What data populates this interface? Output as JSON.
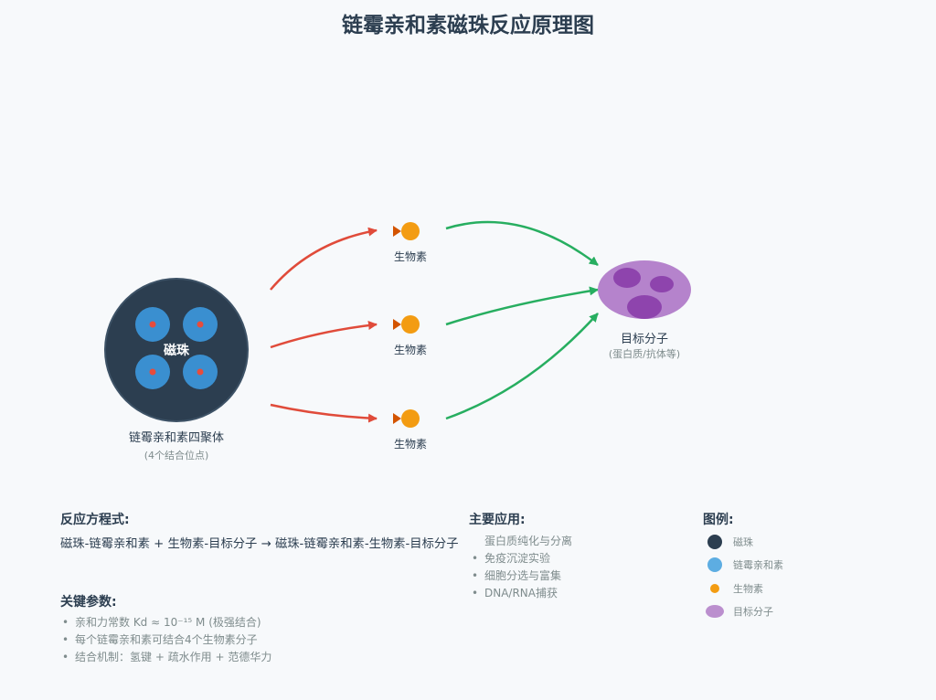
{
  "title": "链霉亲和素磁珠反应原理图",
  "bead": {
    "center_label": "磁珠",
    "label": "链霉亲和素四聚体",
    "sublabel": "(4个结合位点)"
  },
  "biotin_labels": [
    "生物素",
    "生物素",
    "生物素"
  ],
  "target": {
    "label": "目标分子",
    "sublabel": "(蛋白质/抗体等)"
  },
  "equation": {
    "heading": "反应方程式:",
    "text": "磁珠-链霉亲和素 + 生物素-目标分子 → 磁珠-链霉亲和素-生物素-目标分子"
  },
  "params": {
    "heading": "关键参数:",
    "items": [
      "亲和力常数 Kd ≈ 10⁻¹⁵ M (极强结合)",
      "每个链霉亲和素可结合4个生物素分子",
      "结合机制：氢键 + 疏水作用 + 范德华力"
    ]
  },
  "applications": {
    "heading": "主要应用:",
    "items": [
      "蛋白质纯化与分离",
      "免疫沉淀实验",
      "细胞分选与富集",
      "DNA/RNA捕获"
    ]
  },
  "legend": {
    "heading": "图例:",
    "items": [
      {
        "label": "磁珠",
        "color": "#2c3e50"
      },
      {
        "label": "链霉亲和素",
        "color": "#5dade2"
      },
      {
        "label": "生物素",
        "color": "#f39c12"
      },
      {
        "label": "目标分子",
        "color": "#bb8fce"
      }
    ]
  },
  "colors": {
    "bead": "#2c3e50",
    "streptavidin": "#3a8fd0",
    "site": "#e74c3c",
    "biotin": "#f39c12",
    "target": "#b583cc",
    "target_inner": "#8e44ad",
    "arrow_red": "#e04b3a",
    "arrow_green": "#27ae60"
  }
}
